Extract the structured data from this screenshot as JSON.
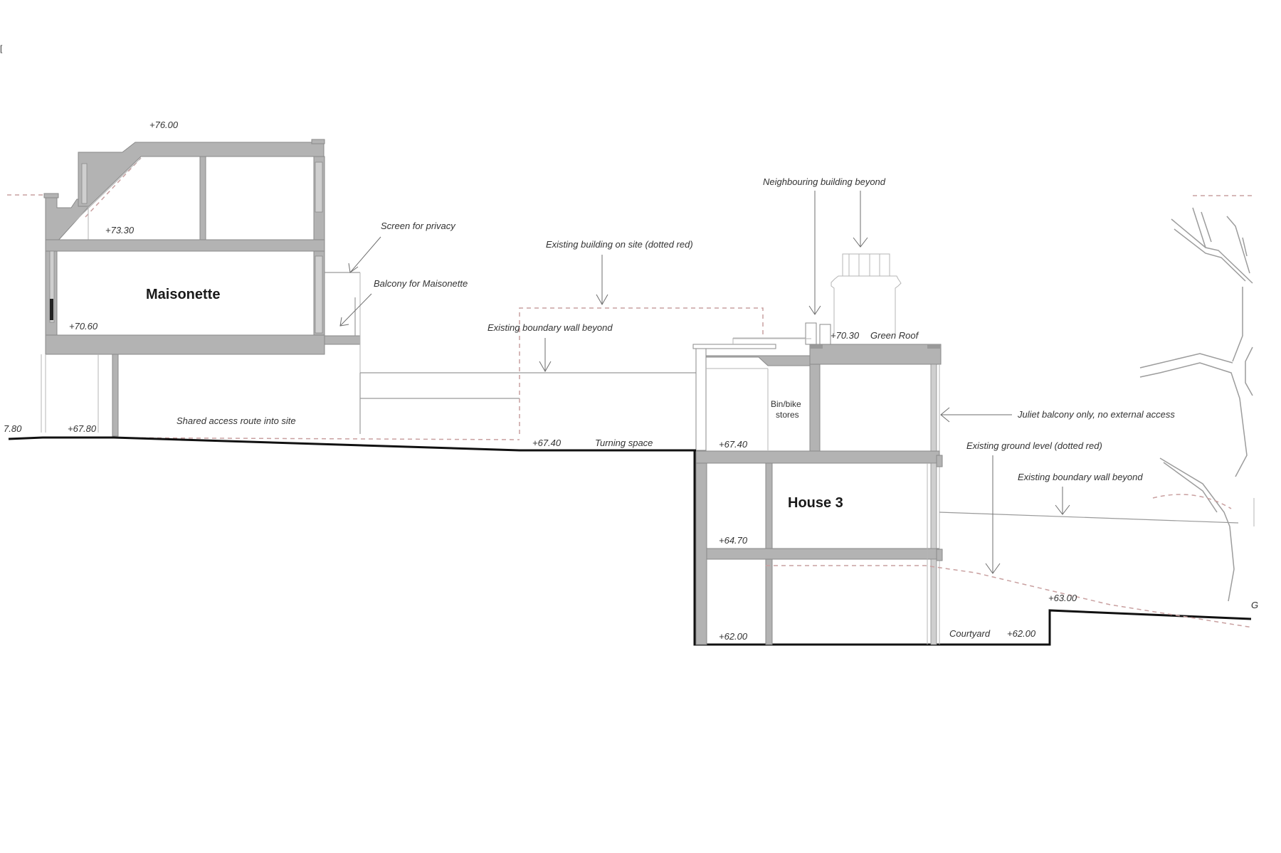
{
  "drawing": {
    "type": "architectural-section",
    "corner_mark": "[",
    "colors": {
      "wall_fill": "#b3b3b3",
      "ground_line": "#111111",
      "existing_dotted_red": "#c9a0a0",
      "annotation_text": "#333333"
    }
  },
  "buildings": {
    "maisonette": {
      "label": "Maisonette",
      "levels": {
        "roof": "+76.00",
        "upper_floor": "+73.30",
        "floor": "+70.60"
      }
    },
    "house3": {
      "label": "House 3",
      "levels": {
        "roof": "+70.30",
        "roof_note": "Green Roof",
        "entrance": "+67.40",
        "middle": "+64.70",
        "lower": "+62.00"
      },
      "stores_label_line1": "Bin/bike",
      "stores_label_line2": "stores"
    }
  },
  "ground_levels": {
    "left_cut": "7.80",
    "access": "+67.80",
    "turning": "+67.40",
    "courtyard": "+62.00",
    "garden": "+63.00",
    "right_cut": "G"
  },
  "annotations": {
    "screen_privacy": "Screen for privacy",
    "balcony_maisonette": "Balcony for Maisonette",
    "existing_building": "Existing building on site (dotted red)",
    "boundary_wall_left": "Existing boundary wall beyond",
    "neighbouring": "Neighbouring building beyond",
    "shared_access": "Shared access route into site",
    "turning_space": "Turning space",
    "juliet": "Juliet balcony only, no external access",
    "existing_ground": "Existing ground level (dotted red)",
    "boundary_wall_right": "Existing boundary wall beyond",
    "courtyard": "Courtyard"
  }
}
